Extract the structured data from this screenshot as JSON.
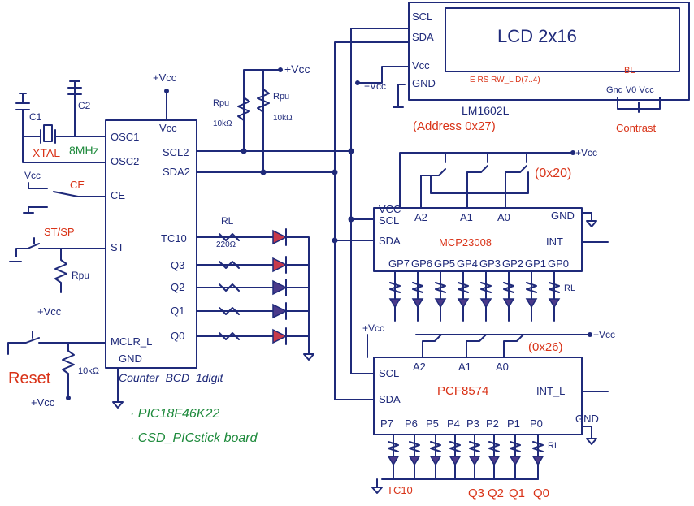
{
  "lcd": {
    "title": "LCD  2x16",
    "pins": [
      "SCL",
      "SDA",
      "Vcc",
      "GND"
    ],
    "control_pins": "E  RS  RW_L  D(7..4)",
    "bl_label": "BL",
    "bl_pins": "Gnd  V0  Vcc",
    "model": "LM1602L",
    "address": "(Address 0x27)",
    "contrast": "Contrast"
  },
  "mcu": {
    "name": "Counter_BCD_1digit",
    "part": "· PIC18F46K22",
    "board": "· CSD_PICstick board",
    "pins_left": [
      "OSC1",
      "OSC2",
      "CE",
      "ST",
      "MCLR_L",
      "GND"
    ],
    "pins_right": [
      "Vcc",
      "SCL2",
      "SDA2",
      "TC10",
      "Q3",
      "Q2",
      "Q1",
      "Q0"
    ]
  },
  "left": {
    "c1": "C1",
    "c2": "C2",
    "xtal": "XTAL",
    "freq": "8MHz",
    "vcc": "Vcc",
    "ce": "CE",
    "stsp": "ST/SP",
    "rpu": "Rpu",
    "plus_vcc": "+Vcc",
    "reset": "Reset",
    "r10k": "10kΩ",
    "plus_vcc2": "+Vcc"
  },
  "pullups": {
    "vcc_top": "+Vcc",
    "vcc_mcu": "+Vcc",
    "rpu1": "Rpu",
    "rpu1_val": "10kΩ",
    "rpu2": "Rpu",
    "rpu2_val": "10kΩ",
    "rl": "RL",
    "rl_val": "220Ω",
    "lcd_vcc": "+Vcc"
  },
  "mcp": {
    "part": "MCP23008",
    "address": "(0x20)",
    "vcc": "+Vcc",
    "pins_top": [
      "VCC",
      "SCL",
      "A2",
      "A1",
      "A0",
      "GND"
    ],
    "sda": "SDA",
    "int": "INT",
    "gp": [
      "GP7",
      "GP6",
      "GP5",
      "GP4",
      "GP3",
      "GP2",
      "GP1",
      "GP0"
    ],
    "rl": "RL"
  },
  "pcf": {
    "part": "PCF8574",
    "address": "(0x26)",
    "vcc": "+Vcc",
    "vcc_left": "+Vcc",
    "pins": [
      "SCL",
      "A2",
      "A1",
      "A0",
      "INT_L",
      "SDA",
      "GND"
    ],
    "p": [
      "P7",
      "P6",
      "P5",
      "P4",
      "P3",
      "P2",
      "P1",
      "P0"
    ],
    "rl": "RL",
    "out_labels": [
      "TC10",
      "Q3",
      "Q2",
      "Q1",
      "Q0"
    ]
  }
}
